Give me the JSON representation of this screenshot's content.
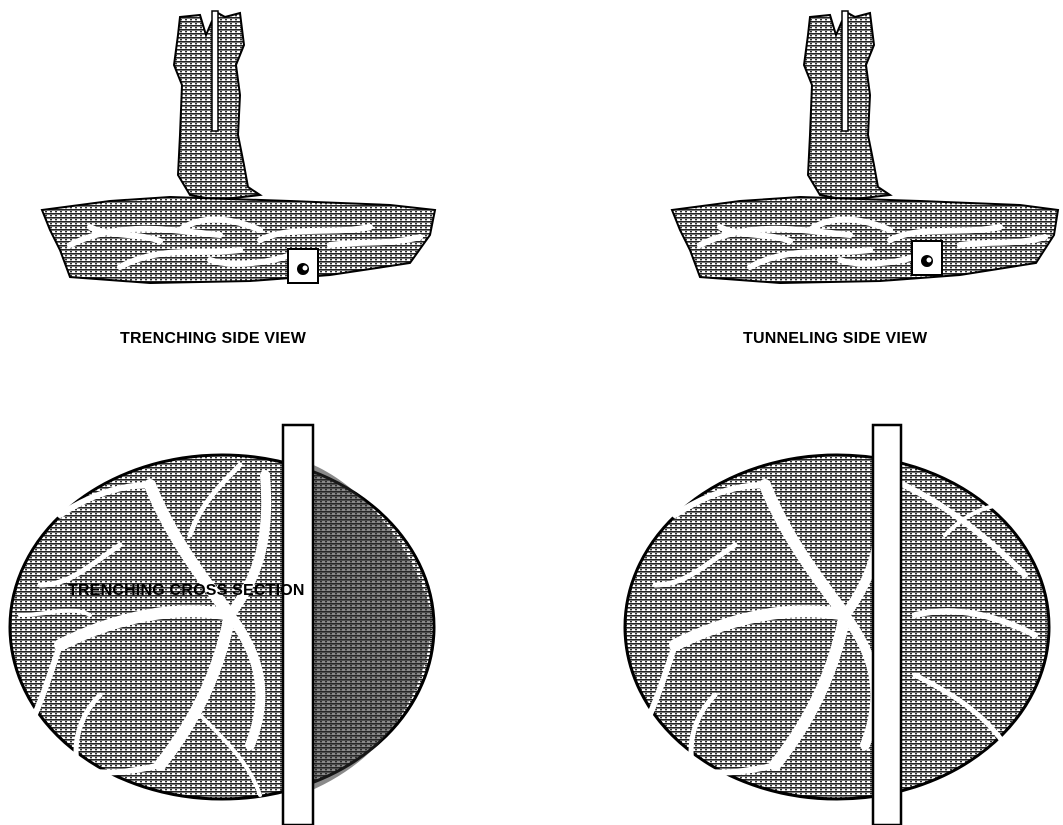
{
  "captions": {
    "trenching_side": "TRENCHING SIDE VIEW",
    "tunneling_side": "TUNNELING SIDE VIEW",
    "trenching_cross": "TRENCHING CROSS SECTION"
  },
  "colors": {
    "ink": "#000000",
    "soil_fill": "#555555",
    "root": "#ffffff",
    "background": "#ffffff"
  }
}
